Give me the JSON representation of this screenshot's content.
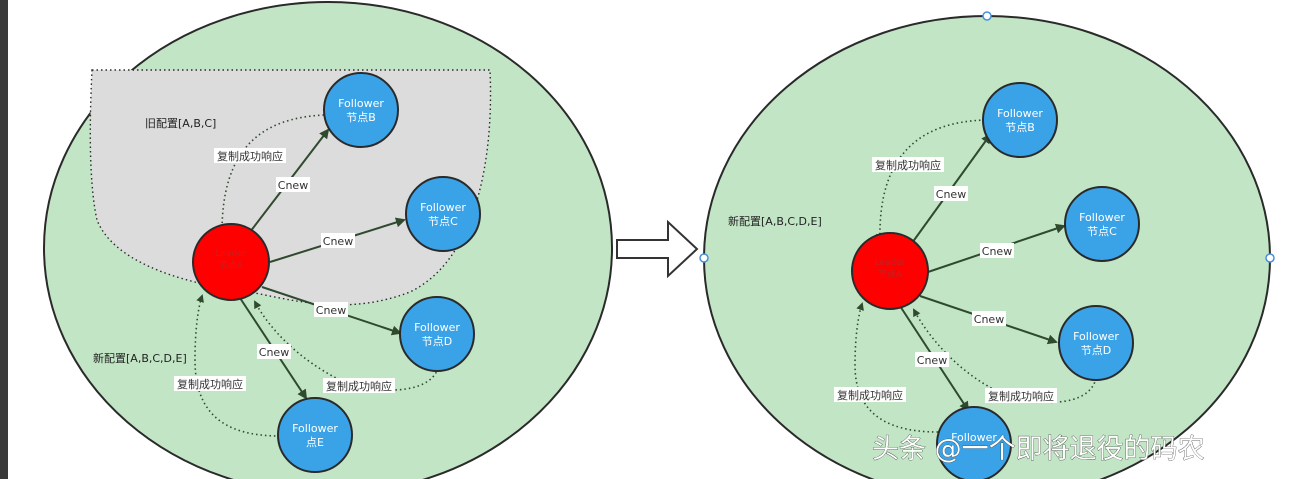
{
  "left_diagram": {
    "old_config": "旧配置[A,B,C]",
    "new_config": "新配置[A,B,C,D,E]",
    "leader": {
      "line1": "Leader",
      "line2": "节点A"
    },
    "followers": [
      {
        "id": "B",
        "line1": "Follower",
        "line2": "节点B"
      },
      {
        "id": "C",
        "line1": "Follower",
        "line2": "节点C"
      },
      {
        "id": "D",
        "line1": "Follower",
        "line2": "节点D"
      },
      {
        "id": "E",
        "line1": "Follower",
        "line2": "点E"
      }
    ],
    "edge_label": "Cnew",
    "response_label": "复制成功响应"
  },
  "right_diagram": {
    "new_config": "新配置[A,B,C,D,E]",
    "leader": {
      "line1": "Leader",
      "line2": "节点A"
    },
    "followers": [
      {
        "id": "B",
        "line1": "Follower",
        "line2": "节点B"
      },
      {
        "id": "C",
        "line1": "Follower",
        "line2": "节点C"
      },
      {
        "id": "D",
        "line1": "Follower",
        "line2": "节点D"
      },
      {
        "id": "E",
        "line1": "Follower",
        "line2": ""
      }
    ],
    "edge_label": "Cnew",
    "response_label": "复制成功响应"
  },
  "watermark": "头条 @一个即将退役的码农",
  "colors": {
    "ellipse_fill": "#c2e6c5",
    "ellipse_stroke": "#2a2a2a",
    "follower_fill": "#3aa3e8",
    "leader_fill": "#ff0000",
    "old_config_fill": "#dcdcdc"
  }
}
